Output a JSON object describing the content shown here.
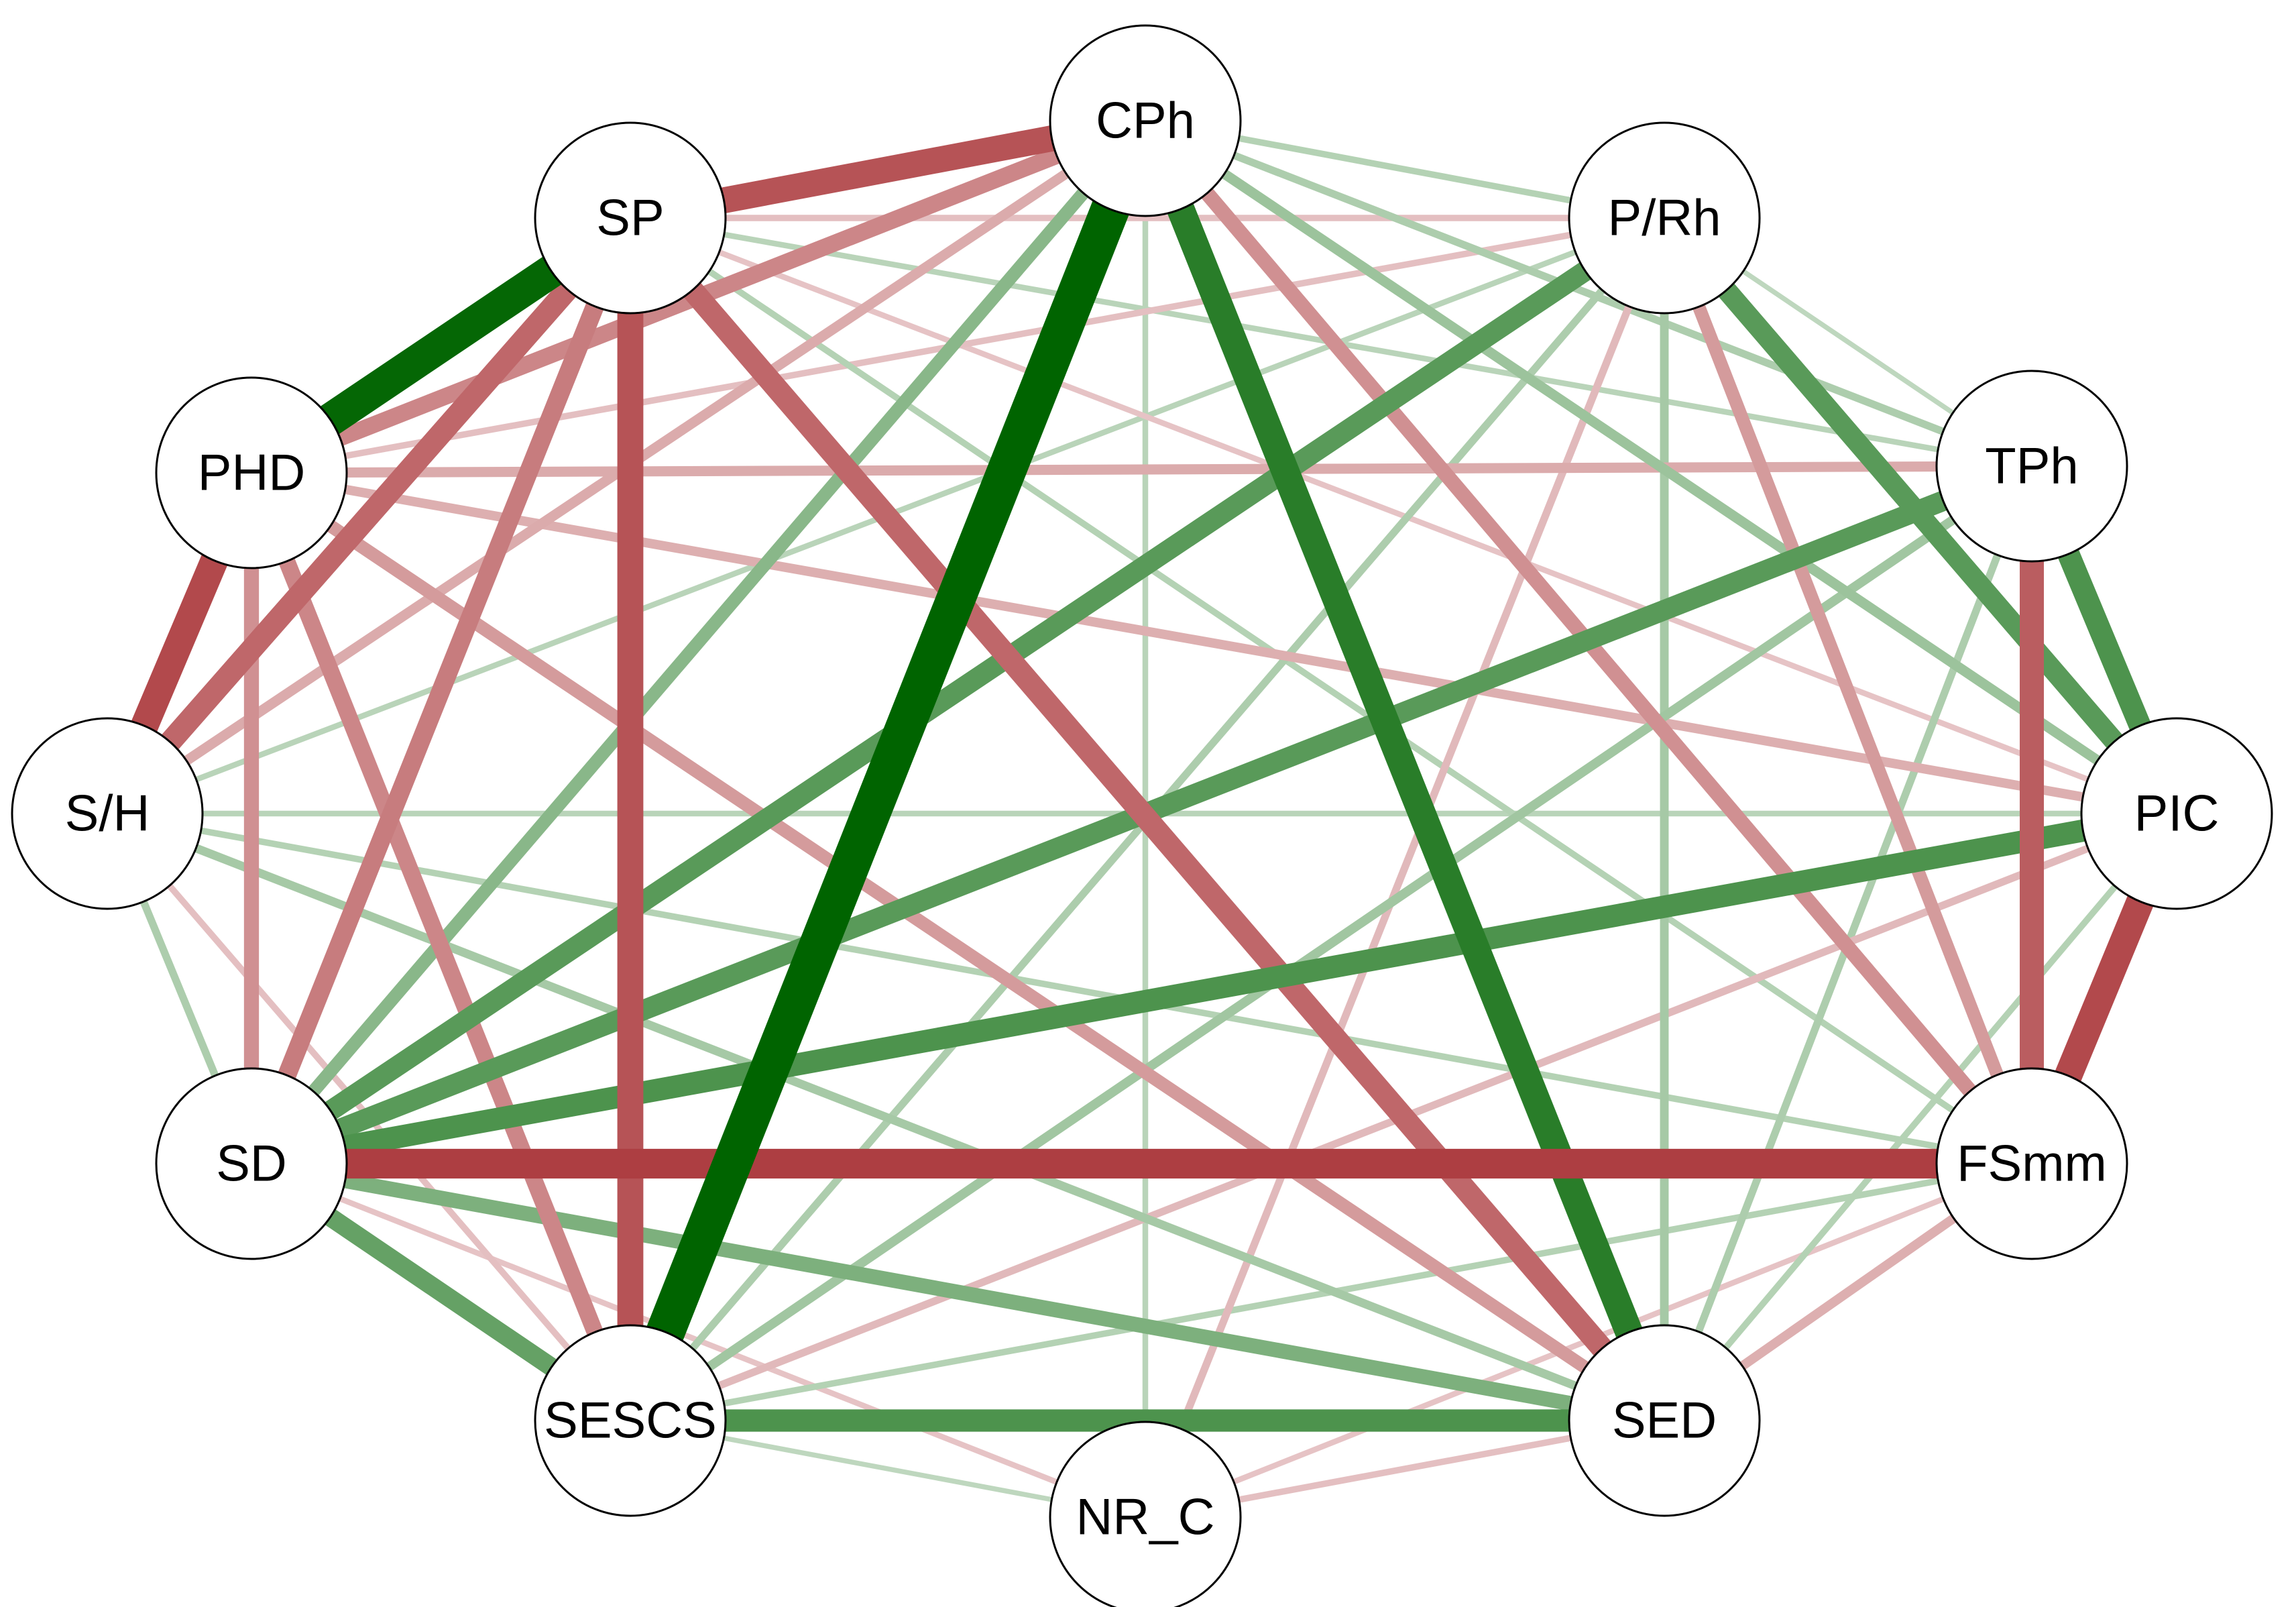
{
  "colors": {
    "positive": "#006400",
    "negative": "#a3262a",
    "node_fill": "#ffffff",
    "node_stroke": "#000000"
  },
  "nodes": [
    {
      "id": "CPh",
      "label": "CPh"
    },
    {
      "id": "SP",
      "label": "SP"
    },
    {
      "id": "P/Rh",
      "label": "P/Rh"
    },
    {
      "id": "PHD",
      "label": "PHD"
    },
    {
      "id": "TPh",
      "label": "TPh"
    },
    {
      "id": "S/H",
      "label": "S/H"
    },
    {
      "id": "PIC",
      "label": "PIC"
    },
    {
      "id": "SD",
      "label": "SD"
    },
    {
      "id": "FSmm",
      "label": "FSmm"
    },
    {
      "id": "SESCS",
      "label": "SESCS"
    },
    {
      "id": "SED",
      "label": "SED"
    },
    {
      "id": "NR_C",
      "label": "NR_C"
    }
  ],
  "edges": [
    {
      "source": "SP",
      "target": "PHD",
      "sign": "positive",
      "weight": 0.85
    },
    {
      "source": "CPh",
      "target": "SESCS",
      "sign": "positive",
      "weight": 1.0
    },
    {
      "source": "CPh",
      "target": "SED",
      "sign": "positive",
      "weight": 0.7
    },
    {
      "source": "SD",
      "target": "FSmm",
      "sign": "negative",
      "weight": 0.75
    },
    {
      "source": "SP",
      "target": "SESCS",
      "sign": "negative",
      "weight": 0.65
    },
    {
      "source": "SP",
      "target": "CPh",
      "sign": "negative",
      "weight": 0.65
    },
    {
      "source": "SP",
      "target": "SED",
      "sign": "negative",
      "weight": 0.55
    },
    {
      "source": "PHD",
      "target": "S/H",
      "sign": "negative",
      "weight": 0.7
    },
    {
      "source": "S/H",
      "target": "SP",
      "sign": "negative",
      "weight": 0.55
    },
    {
      "source": "TPh",
      "target": "FSmm",
      "sign": "negative",
      "weight": 0.6
    },
    {
      "source": "PIC",
      "target": "FSmm",
      "sign": "negative",
      "weight": 0.7
    },
    {
      "source": "TPh",
      "target": "PIC",
      "sign": "positive",
      "weight": 0.55
    },
    {
      "source": "SESCS",
      "target": "SED",
      "sign": "positive",
      "weight": 0.55
    },
    {
      "source": "SD",
      "target": "PIC",
      "sign": "positive",
      "weight": 0.55
    },
    {
      "source": "SD",
      "target": "TPh",
      "sign": "positive",
      "weight": 0.5
    },
    {
      "source": "SD",
      "target": "P/Rh",
      "sign": "positive",
      "weight": 0.5
    },
    {
      "source": "P/Rh",
      "target": "PIC",
      "sign": "positive",
      "weight": 0.5
    },
    {
      "source": "SD",
      "target": "SESCS",
      "sign": "positive",
      "weight": 0.45
    },
    {
      "source": "SD",
      "target": "SP",
      "sign": "negative",
      "weight": 0.45
    },
    {
      "source": "SD",
      "target": "CPh",
      "sign": "positive",
      "weight": 0.3
    },
    {
      "source": "SD",
      "target": "SED",
      "sign": "positive",
      "weight": 0.35
    },
    {
      "source": "SD",
      "target": "PHD",
      "sign": "negative",
      "weight": 0.35
    },
    {
      "source": "SP",
      "target": "CPh",
      "sign": "negative",
      "weight": 0.35
    },
    {
      "source": "PHD",
      "target": "SESCS",
      "sign": "negative",
      "weight": 0.4
    },
    {
      "source": "PHD",
      "target": "CPh",
      "sign": "negative",
      "weight": 0.4
    },
    {
      "source": "PHD",
      "target": "SED",
      "sign": "negative",
      "weight": 0.3
    },
    {
      "source": "PHD",
      "target": "TPh",
      "sign": "negative",
      "weight": 0.22
    },
    {
      "source": "PHD",
      "target": "PIC",
      "sign": "negative",
      "weight": 0.2
    },
    {
      "source": "PHD",
      "target": "P/Rh",
      "sign": "negative",
      "weight": 0.12
    },
    {
      "source": "S/H",
      "target": "CPh",
      "sign": "negative",
      "weight": 0.22
    },
    {
      "source": "S/H",
      "target": "SED",
      "sign": "positive",
      "weight": 0.18
    },
    {
      "source": "S/H",
      "target": "SD",
      "sign": "positive",
      "weight": 0.15
    },
    {
      "source": "S/H",
      "target": "PIC",
      "sign": "positive",
      "weight": 0.1
    },
    {
      "source": "S/H",
      "target": "FSmm",
      "sign": "positive",
      "weight": 0.12
    },
    {
      "source": "S/H",
      "target": "P/Rh",
      "sign": "positive",
      "weight": 0.1
    },
    {
      "source": "S/H",
      "target": "SESCS",
      "sign": "negative",
      "weight": 0.12
    },
    {
      "source": "CPh",
      "target": "FSmm",
      "sign": "negative",
      "weight": 0.35
    },
    {
      "source": "CPh",
      "target": "PIC",
      "sign": "positive",
      "weight": 0.22
    },
    {
      "source": "CPh",
      "target": "TPh",
      "sign": "positive",
      "weight": 0.15
    },
    {
      "source": "CPh",
      "target": "P/Rh",
      "sign": "positive",
      "weight": 0.12
    },
    {
      "source": "CPh",
      "target": "NR_C",
      "sign": "positive",
      "weight": 0.1
    },
    {
      "source": "SP",
      "target": "P/Rh",
      "sign": "negative",
      "weight": 0.12
    },
    {
      "source": "SP",
      "target": "FSmm",
      "sign": "positive",
      "weight": 0.12
    },
    {
      "source": "SP",
      "target": "PIC",
      "sign": "negative",
      "weight": 0.1
    },
    {
      "source": "SP",
      "target": "TPh",
      "sign": "positive",
      "weight": 0.1
    },
    {
      "source": "P/Rh",
      "target": "FSmm",
      "sign": "negative",
      "weight": 0.3
    },
    {
      "source": "P/Rh",
      "target": "SED",
      "sign": "positive",
      "weight": 0.18
    },
    {
      "source": "P/Rh",
      "target": "NR_C",
      "sign": "negative",
      "weight": 0.15
    },
    {
      "source": "P/Rh",
      "target": "SESCS",
      "sign": "positive",
      "weight": 0.15
    },
    {
      "source": "P/Rh",
      "target": "TPh",
      "sign": "positive",
      "weight": 0.08
    },
    {
      "source": "TPh",
      "target": "SESCS",
      "sign": "positive",
      "weight": 0.2
    },
    {
      "source": "TPh",
      "target": "SED",
      "sign": "positive",
      "weight": 0.15
    },
    {
      "source": "PIC",
      "target": "SESCS",
      "sign": "negative",
      "weight": 0.15
    },
    {
      "source": "PIC",
      "target": "SED",
      "sign": "positive",
      "weight": 0.12
    },
    {
      "source": "FSmm",
      "target": "SED",
      "sign": "negative",
      "weight": 0.2
    },
    {
      "source": "FSmm",
      "target": "SESCS",
      "sign": "positive",
      "weight": 0.12
    },
    {
      "source": "FSmm",
      "target": "NR_C",
      "sign": "negative",
      "weight": 0.1
    },
    {
      "source": "SED",
      "target": "NR_C",
      "sign": "negative",
      "weight": 0.12
    },
    {
      "source": "SESCS",
      "target": "NR_C",
      "sign": "positive",
      "weight": 0.08
    },
    {
      "source": "SD",
      "target": "NR_C",
      "sign": "negative",
      "weight": 0.1
    }
  ]
}
